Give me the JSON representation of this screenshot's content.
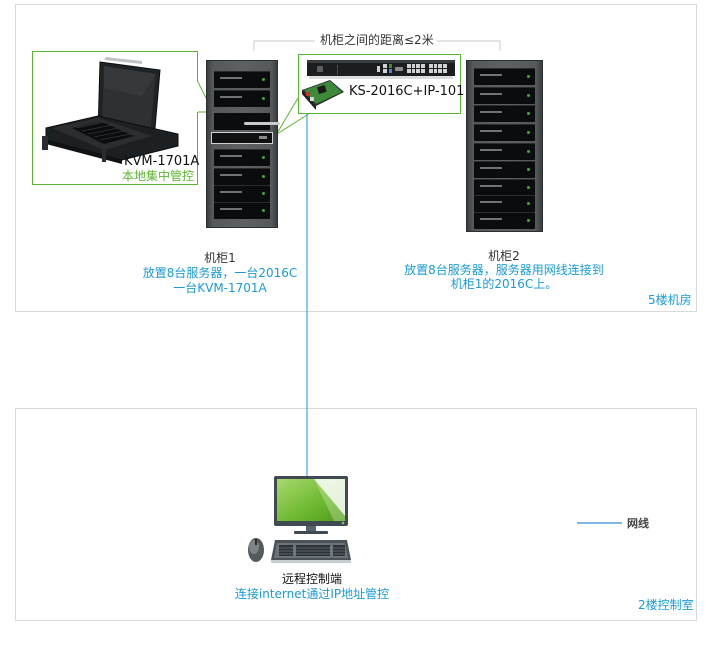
{
  "diagram": {
    "distance_label": "机柜之间的距离≤2米",
    "kvm": {
      "model": "KVM-1701A",
      "caption": "本地集中管控",
      "icon": "lcd-kvm-console-icon"
    },
    "switch": {
      "model": "KS-2016C+IP-101",
      "icons": [
        "kvm-switch-icon",
        "ip-module-board-icon"
      ]
    },
    "cabinet1": {
      "title": "机柜1",
      "desc_line1": "放置8台服务器，一台2016C",
      "desc_line2": "一台KVM-1701A"
    },
    "cabinet2": {
      "title": "机柜2",
      "desc_line1": "放置8台服务器，服务器用网线连接到",
      "desc_line2": "机柜1的2016C上。"
    },
    "room_top_label": "5楼机房",
    "remote": {
      "title": "远程控制端",
      "desc": "连接internet通过IP地址管控",
      "icons": [
        "monitor-icon",
        "mouse-icon",
        "keyboard-icon"
      ]
    },
    "room_bottom_label": "2楼控制室",
    "legend": {
      "label": "网线",
      "color": "#7db7e8"
    },
    "colors": {
      "callout_green": "#5cb531",
      "cable_blue": "#1a9ad6",
      "room_border": "#d9d9d9"
    }
  }
}
